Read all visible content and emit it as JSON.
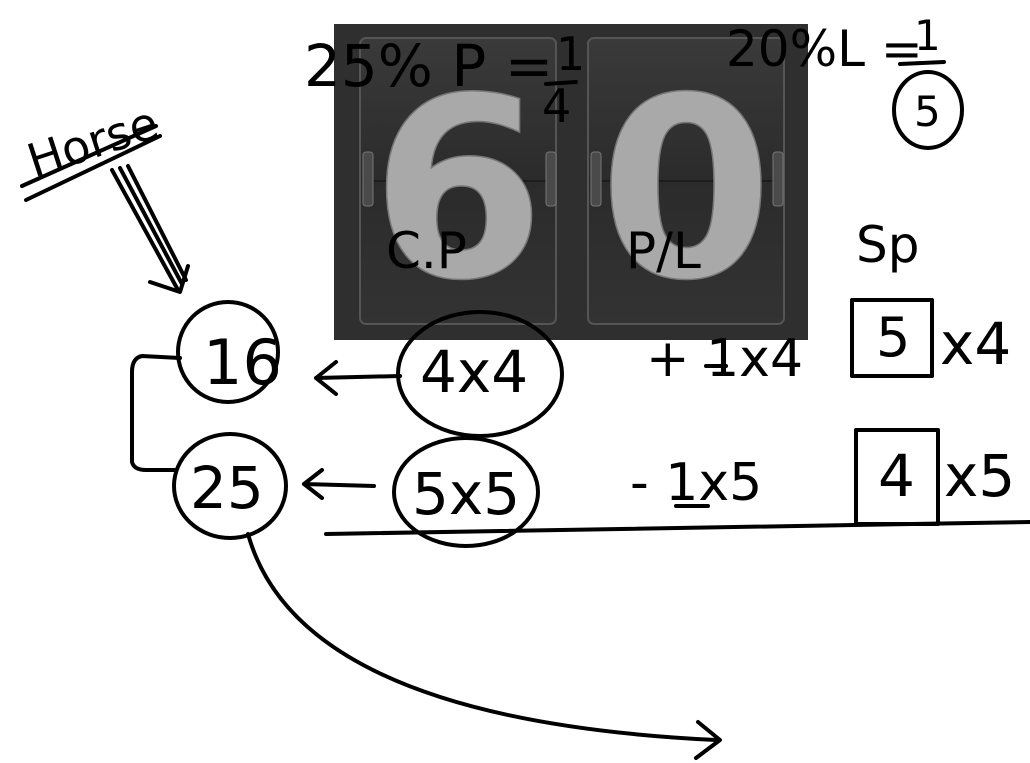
{
  "counter": {
    "digit_left": "6",
    "digit_right": "0"
  },
  "top_notes": {
    "profit_pct": "25% P = ",
    "profit_num": "1",
    "profit_den": "4",
    "loss_pct": "20%L = ",
    "loss_num": "1",
    "loss_den": "5"
  },
  "labels": {
    "horse": "Horse",
    "cp": "C.P",
    "pl": "P/L",
    "sp": "Sp"
  },
  "rows": {
    "r1_result": "16",
    "r1_product": "4x4",
    "r1_adj": "+ 1x4",
    "r1_box": "5",
    "r1_mult": "x4",
    "r2_result": "25",
    "r2_product": "5x5",
    "r2_adj": "- 1x5",
    "r2_box": "4",
    "r2_mult": "x5"
  }
}
